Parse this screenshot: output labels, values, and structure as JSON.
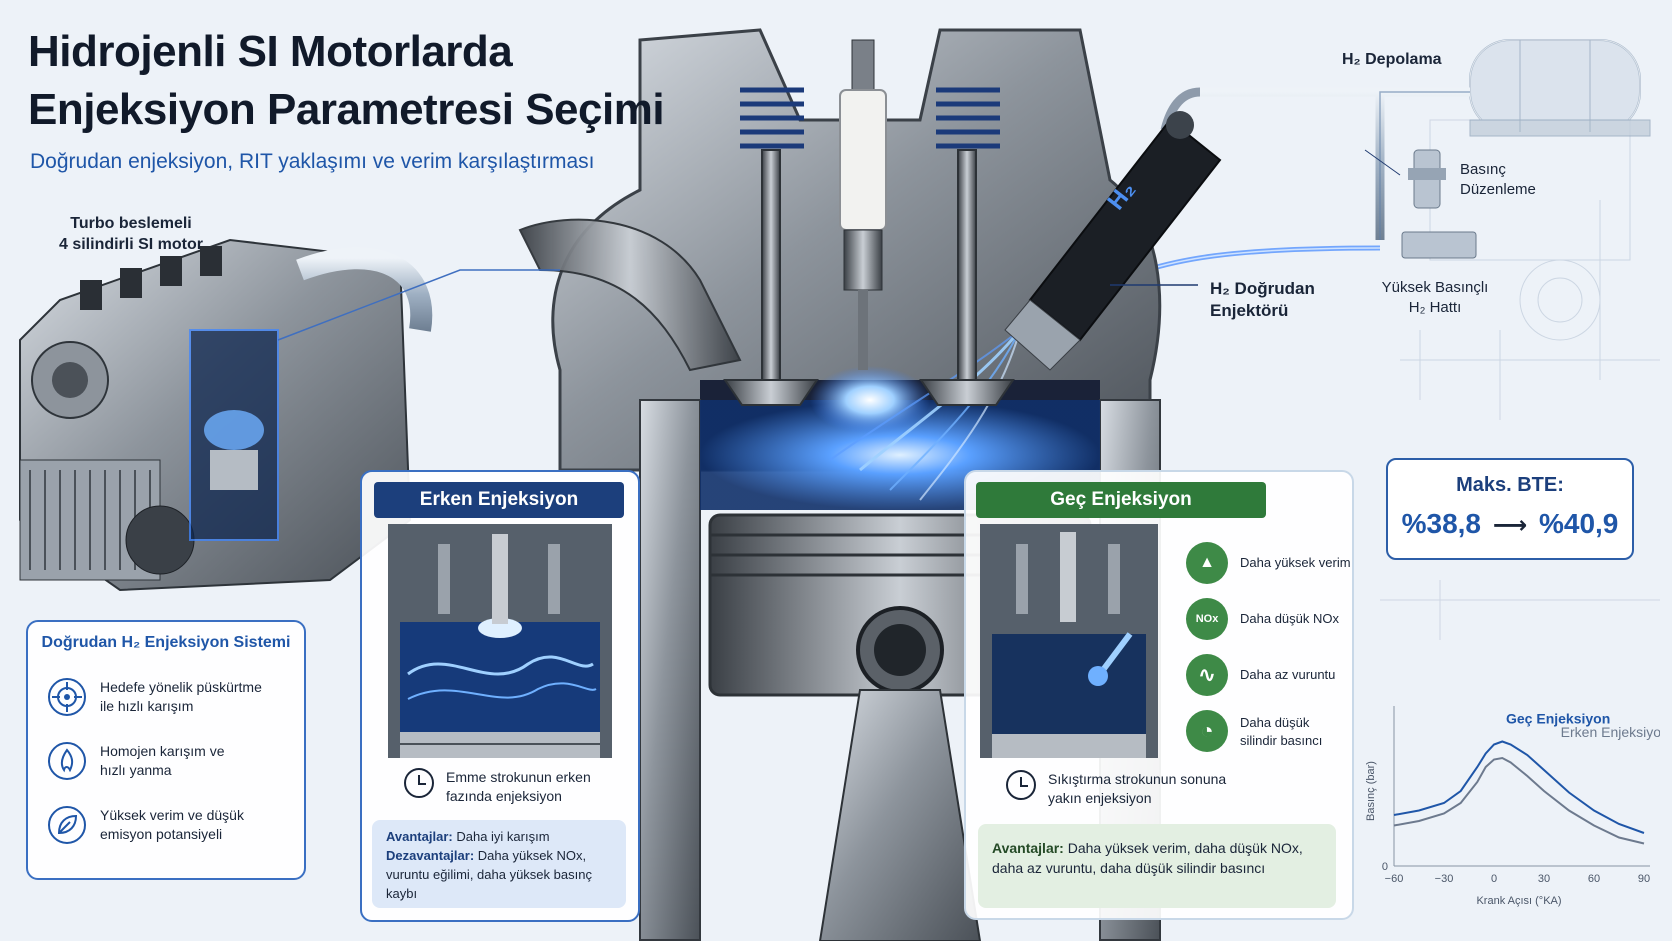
{
  "title": {
    "line1": "Hidrojenli SI Motorlarda",
    "line2": "Enjeksiyon Parametresi Seçimi",
    "subtitle": "Doğrudan enjeksiyon, RIT yaklaşımı ve verim karşılaştırması"
  },
  "engine_label": {
    "line1": "Turbo beslemeli",
    "line2": "4 silindirli SI motor"
  },
  "system_box": {
    "title": "Doğrudan H₂ Enjeksiyon Sistemi",
    "items": [
      {
        "icon": "target-icon",
        "text1": "Hedefe yönelik püskürtme",
        "text2": "ile hızlı karışım"
      },
      {
        "icon": "flame-icon",
        "text1": "Homojen karışım ve",
        "text2": "hızlı yanma"
      },
      {
        "icon": "leaf-icon",
        "text1": "Yüksek verim ve düşük",
        "text2": "emisyon potansiyeli"
      }
    ]
  },
  "early": {
    "title": "Erken Enjeksiyon",
    "timing1": "Emme strokunun erken",
    "timing2": "fazında enjeksiyon",
    "adv_label": "Avantajlar:",
    "adv_text": "Daha iyi karışım",
    "dis_label": "Dezavantajlar:",
    "dis_text1": "Daha yüksek NOx,",
    "dis_text2": "vuruntu eğilimi, daha yüksek basınç kaybı"
  },
  "late": {
    "title": "Geç Enjeksiyon",
    "benefits": [
      {
        "icon": "bar-chart-icon",
        "glyph": "▲",
        "text1": "Daha yüksek verim",
        "text2": ""
      },
      {
        "icon": "nox-icon",
        "glyph": "NOx",
        "text1": "Daha düşük NOx",
        "text2": ""
      },
      {
        "icon": "wave-icon",
        "glyph": "∿",
        "text1": "Daha az vuruntu",
        "text2": ""
      },
      {
        "icon": "gauge-icon",
        "glyph": "◔",
        "text1": "Daha düşük",
        "text2": "silindir basıncı"
      }
    ],
    "timing1": "Sıkıştırma strokunun sonuna",
    "timing2": "yakın enjeksiyon",
    "adv_label": "Avantajlar:",
    "adv_text1": "Daha yüksek verim, daha düşük NOx,",
    "adv_text2": "daha az vuruntu, daha düşük silindir basıncı"
  },
  "components": {
    "storage": "H₂ Depolama",
    "regulator1": "Basınç",
    "regulator2": "Düzenleme",
    "injector1": "H₂ Doğrudan",
    "injector2": "Enjektörü",
    "line1": "Yüksek Basınçlı",
    "line2": "H₂ Hattı",
    "injector_mark": "H₂"
  },
  "bte": {
    "label": "Maks. BTE:",
    "from": "%38,8",
    "to": "%40,9",
    "arrow": "⟶"
  },
  "chart_data": {
    "type": "line",
    "title": "",
    "xlabel": "Krank Açısı (°KA)",
    "ylabel": "Basınç (bar)",
    "xlim": [
      -60,
      90
    ],
    "x_ticks": [
      -60,
      -30,
      0,
      30,
      60,
      90
    ],
    "y_tick_labels": [
      "0"
    ],
    "series": [
      {
        "name": "Geç Enjeksiyon",
        "color": "#1f56a8",
        "x": [
          -60,
          -45,
          -30,
          -20,
          -10,
          -5,
          0,
          5,
          10,
          20,
          30,
          45,
          60,
          75,
          90
        ],
        "y": [
          0.34,
          0.37,
          0.42,
          0.5,
          0.66,
          0.75,
          0.81,
          0.83,
          0.81,
          0.74,
          0.64,
          0.49,
          0.37,
          0.28,
          0.22
        ]
      },
      {
        "name": "Erken Enjeksiyon",
        "color": "#6d7a8e",
        "x": [
          -60,
          -45,
          -30,
          -20,
          -10,
          -5,
          0,
          5,
          10,
          20,
          30,
          45,
          60,
          75,
          90
        ],
        "y": [
          0.27,
          0.3,
          0.35,
          0.42,
          0.56,
          0.66,
          0.71,
          0.72,
          0.69,
          0.6,
          0.5,
          0.37,
          0.27,
          0.19,
          0.15
        ]
      }
    ],
    "legend": "right"
  }
}
